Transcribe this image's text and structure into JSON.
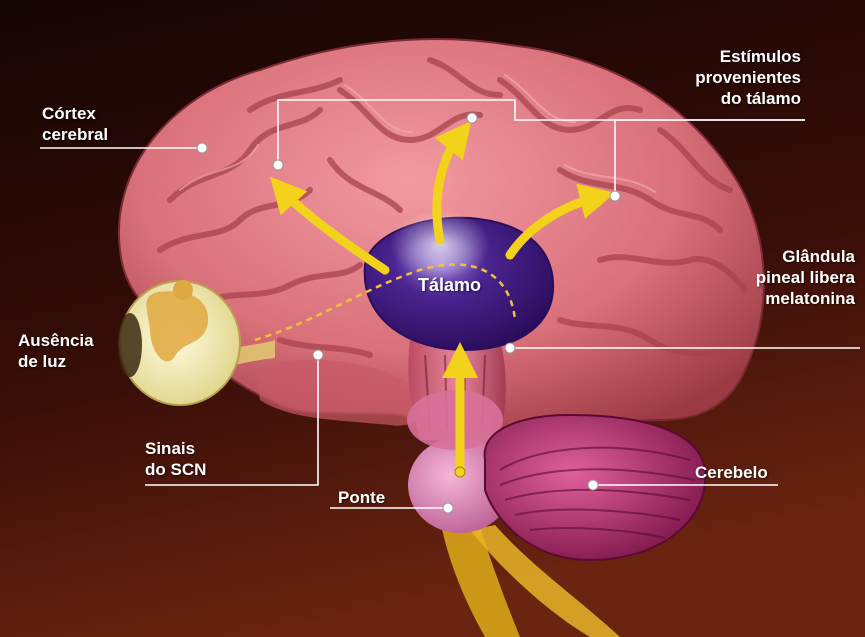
{
  "labels": {
    "cortex": "Córtex\ncerebral",
    "stimuli": "Estímulos\nprovenientes\ndo tálamo",
    "pineal": "Glândula\npineal libera\nmelatonina",
    "no_light": "Ausência\nde luz",
    "thalamus": "Tálamo",
    "scn_signals": "Sinais\ndo SCN",
    "pons": "Ponte",
    "cerebellum": "Cerebelo"
  },
  "colors": {
    "background_top": "#1a0504",
    "background_bottom": "#5a1a10",
    "cortex": "#d9707a",
    "cortex_dark": "#a8434e",
    "thalamus": "#3d1a7a",
    "cerebellum": "#b0306a",
    "arrow": "#f2d21a",
    "label_line": "#ffffff"
  }
}
